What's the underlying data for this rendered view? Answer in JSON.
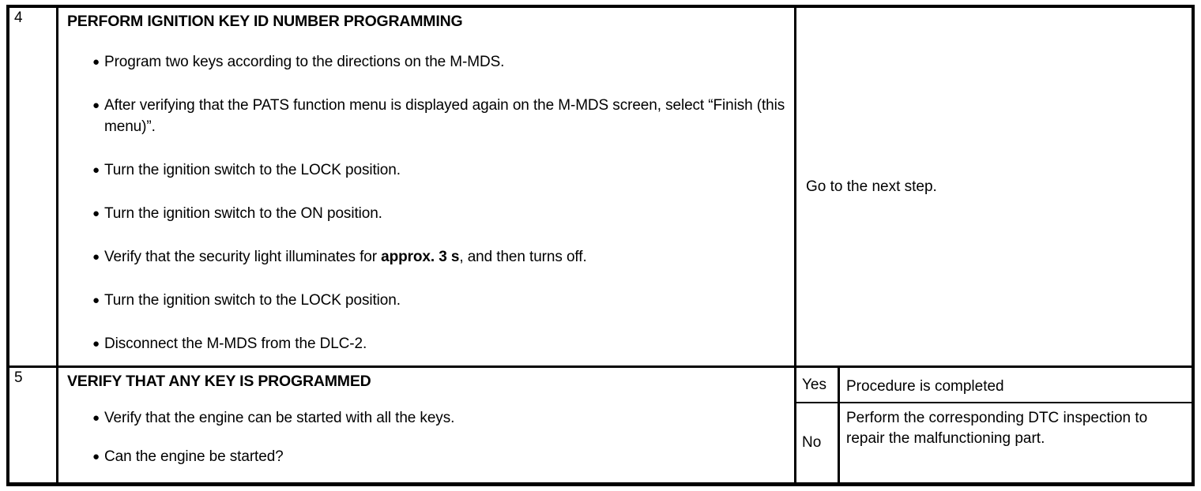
{
  "document": {
    "type": "diagnostic-procedure-table",
    "border_color": "#000000",
    "background_color": "#ffffff"
  },
  "steps": [
    {
      "number": "4",
      "title": "PERFORM IGNITION KEY ID NUMBER PROGRAMMING",
      "bullets": [
        {
          "text": "Program two keys according to the directions on the M-MDS."
        },
        {
          "text": "After verifying that the PATS function menu is displayed again on the M-MDS screen, select “Finish (this menu)”."
        },
        {
          "text": "Turn the ignition switch to the LOCK position."
        },
        {
          "text": "Turn the ignition switch to the ON position."
        },
        {
          "text_before": "Verify that the security light illuminates for ",
          "bold": "approx. 3 s",
          "text_after": ", and then turns off."
        },
        {
          "text": "Turn the ignition switch to the LOCK position."
        },
        {
          "text": "Disconnect the M-MDS from the DLC-2."
        }
      ],
      "result": {
        "mode": "single",
        "text": "Go to the next step."
      }
    },
    {
      "number": "5",
      "title": "VERIFY THAT ANY KEY IS PROGRAMMED",
      "bullets": [
        {
          "text": "Verify that the engine can be started with all the keys."
        },
        {
          "text": "Can the engine be started?"
        }
      ],
      "result": {
        "mode": "branch",
        "yes_label": "Yes",
        "yes_text": "Procedure is completed",
        "no_label": "No",
        "no_text": "Perform the corresponding DTC inspection to repair the malfunctioning part."
      }
    }
  ],
  "glyphs": {
    "bullet": "●"
  }
}
